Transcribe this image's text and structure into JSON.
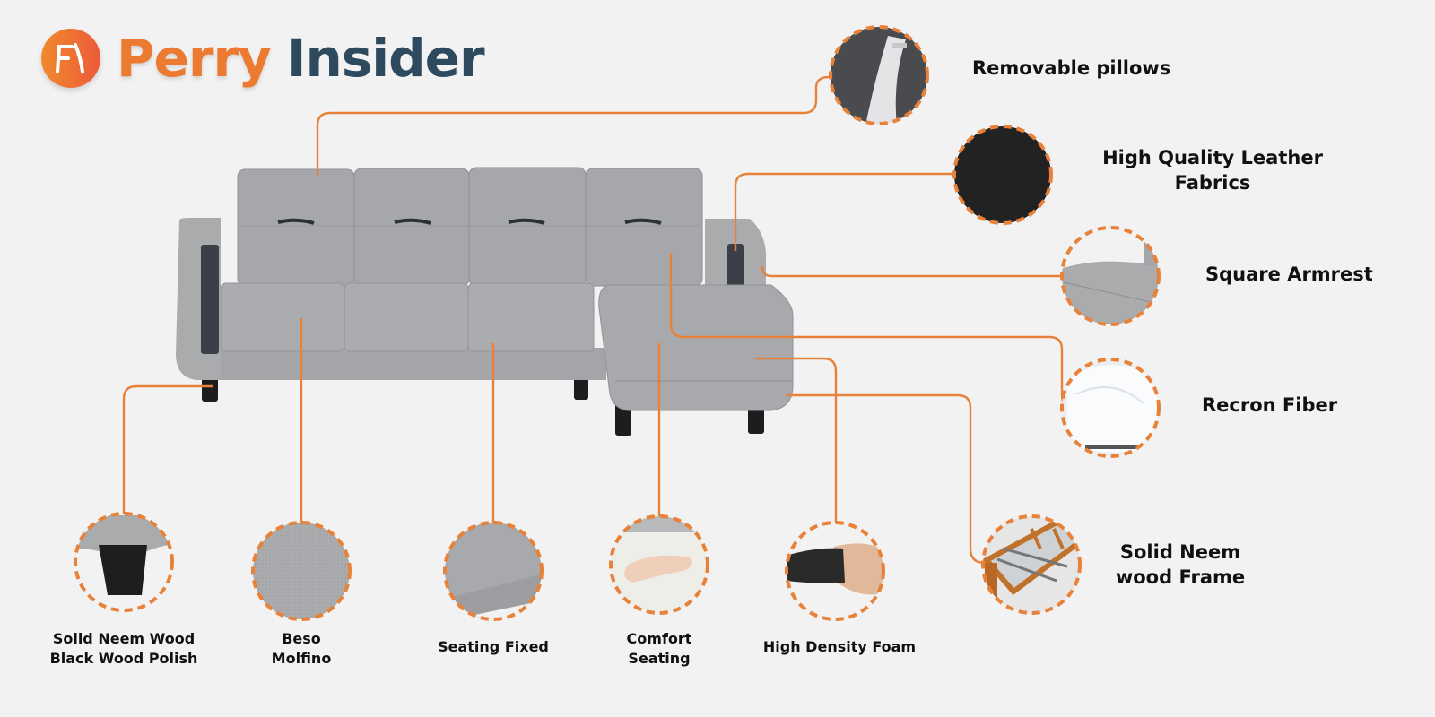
{
  "brand": {
    "logo_icon": "fi-monogram-logo-icon",
    "word1": "Perry",
    "word2": "Insider",
    "colors": {
      "orange": "#ec7a30",
      "navy": "#2e4a5e"
    }
  },
  "product": {
    "name": "L-shaped sofa",
    "icon": "sofa-icon"
  },
  "accent_color": "#e8823a",
  "features_right": [
    {
      "label": "Removable pillows",
      "icon": "pillow-zipper-icon"
    },
    {
      "label_line1": "High Quality Leather",
      "label_line2": "Fabrics",
      "icon": "leather-swatch-icon"
    },
    {
      "label": "Square Armrest",
      "icon": "armrest-icon"
    },
    {
      "label": "Recron Fiber",
      "icon": "fiber-icon"
    },
    {
      "label_line1": "Solid Neem",
      "label_line2": "wood Frame",
      "icon": "wood-frame-icon"
    }
  ],
  "features_bottom": [
    {
      "label_line1": "Solid Neem Wood",
      "label_line2": "Black Wood Polish",
      "icon": "sofa-leg-icon"
    },
    {
      "label_line1": "Beso",
      "label_line2": "Molfino",
      "icon": "fabric-swatch-icon"
    },
    {
      "label": "Seating Fixed",
      "icon": "seat-cushion-icon"
    },
    {
      "label_line1": "Comfort",
      "label_line2": "Seating",
      "icon": "hand-foam-icon"
    },
    {
      "label": "High Density Foam",
      "icon": "foam-block-icon"
    }
  ]
}
